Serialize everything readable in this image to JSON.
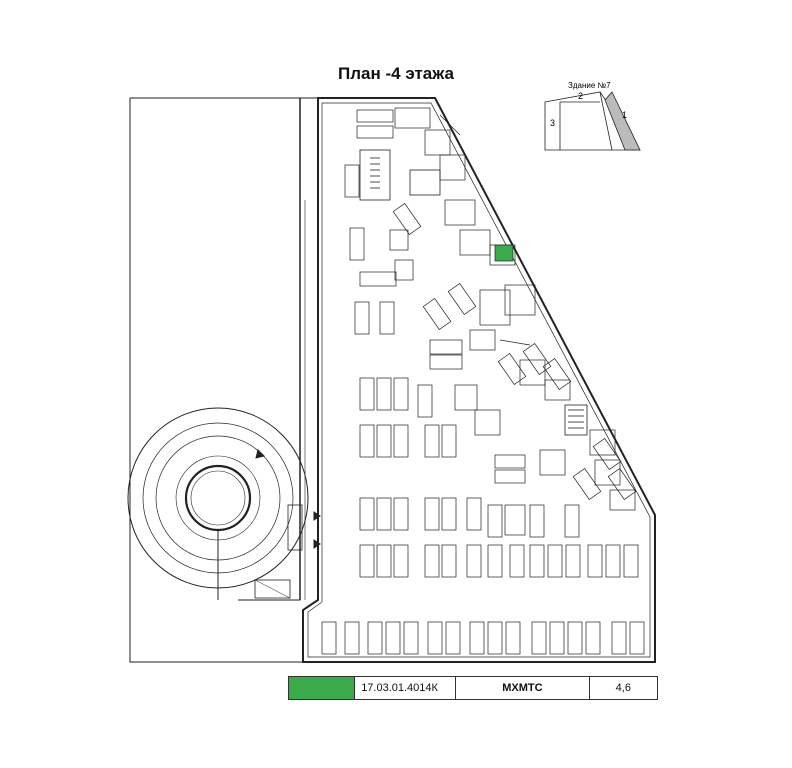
{
  "title": "План -4 этажа",
  "key_plan": {
    "label": "Здание №7",
    "sections": [
      "1",
      "2",
      "3"
    ]
  },
  "highlight_color": "#3aaa4a",
  "unit": {
    "code": "17.03.01.4014К",
    "type": "МХМТС",
    "area": "4,6"
  }
}
